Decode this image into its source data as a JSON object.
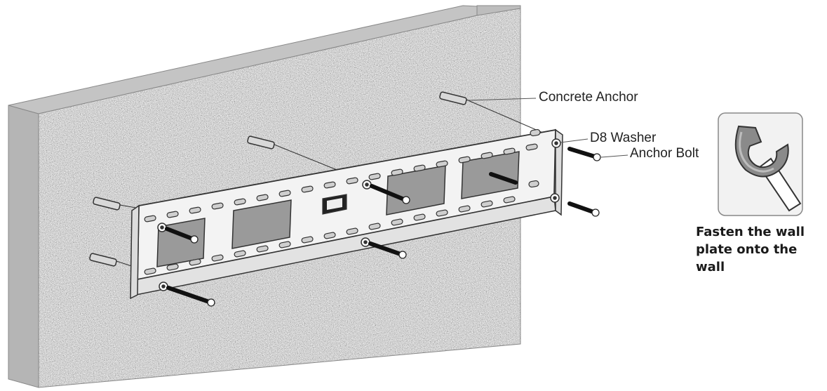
{
  "callouts": {
    "concrete_anchor": "Concrete Anchor",
    "d8_washer": "D8 Washer",
    "anchor_bolt": "Anchor Bolt"
  },
  "instruction": {
    "text": "Fasten the wall plate onto the wall"
  },
  "icons": {
    "tool": "wrench-icon"
  },
  "colors": {
    "wall_face": "#9e9e9e",
    "wall_edge": "#b8b8b8",
    "plate": "#f4f4f4",
    "line": "#333333"
  }
}
